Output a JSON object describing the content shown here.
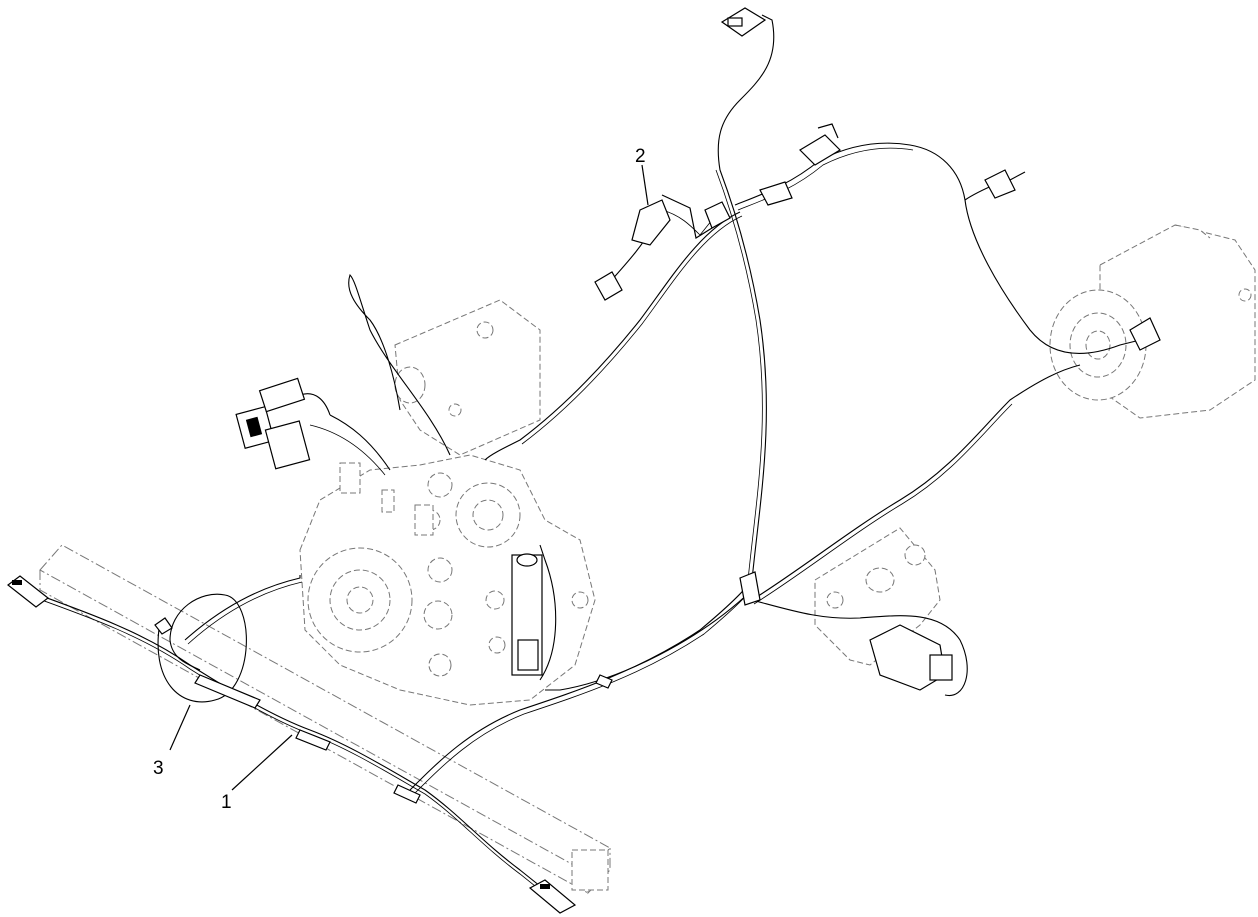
{
  "callouts": [
    {
      "id": "harness",
      "label": "1"
    },
    {
      "id": "connector",
      "label": "2"
    },
    {
      "id": "tie",
      "label": "3"
    }
  ]
}
